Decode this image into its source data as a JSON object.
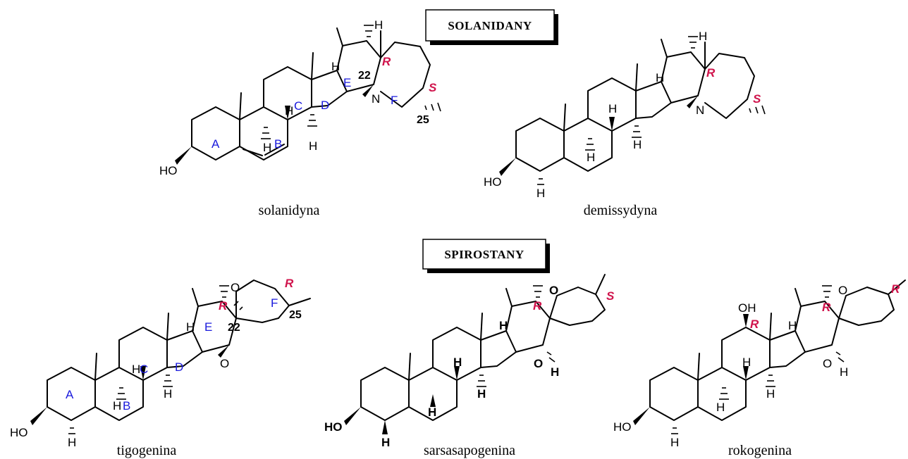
{
  "sections": {
    "solanidany": "SOLANIDANY",
    "spirostany": "SPIROSTANY"
  },
  "compounds": {
    "solanidyna": "solanidyna",
    "demissydyna": "demissydyna",
    "tigogenina": "tigogenina",
    "sarsasapogenina": "sarsasapogenina",
    "rokogenina": "rokogenina"
  },
  "atoms": {
    "ho": "HO",
    "h": "H",
    "n": "N",
    "o": "O",
    "oh": "OH"
  },
  "rings": {
    "a": "A",
    "b": "B",
    "c": "C",
    "d": "D",
    "e": "E",
    "f": "F"
  },
  "stereo": {
    "r": "R",
    "s": "S"
  },
  "numbers": {
    "c22": "22",
    "c25": "25"
  },
  "colors": {
    "ring_label": "#1a1adc",
    "stereo_label": "#d0144c"
  }
}
